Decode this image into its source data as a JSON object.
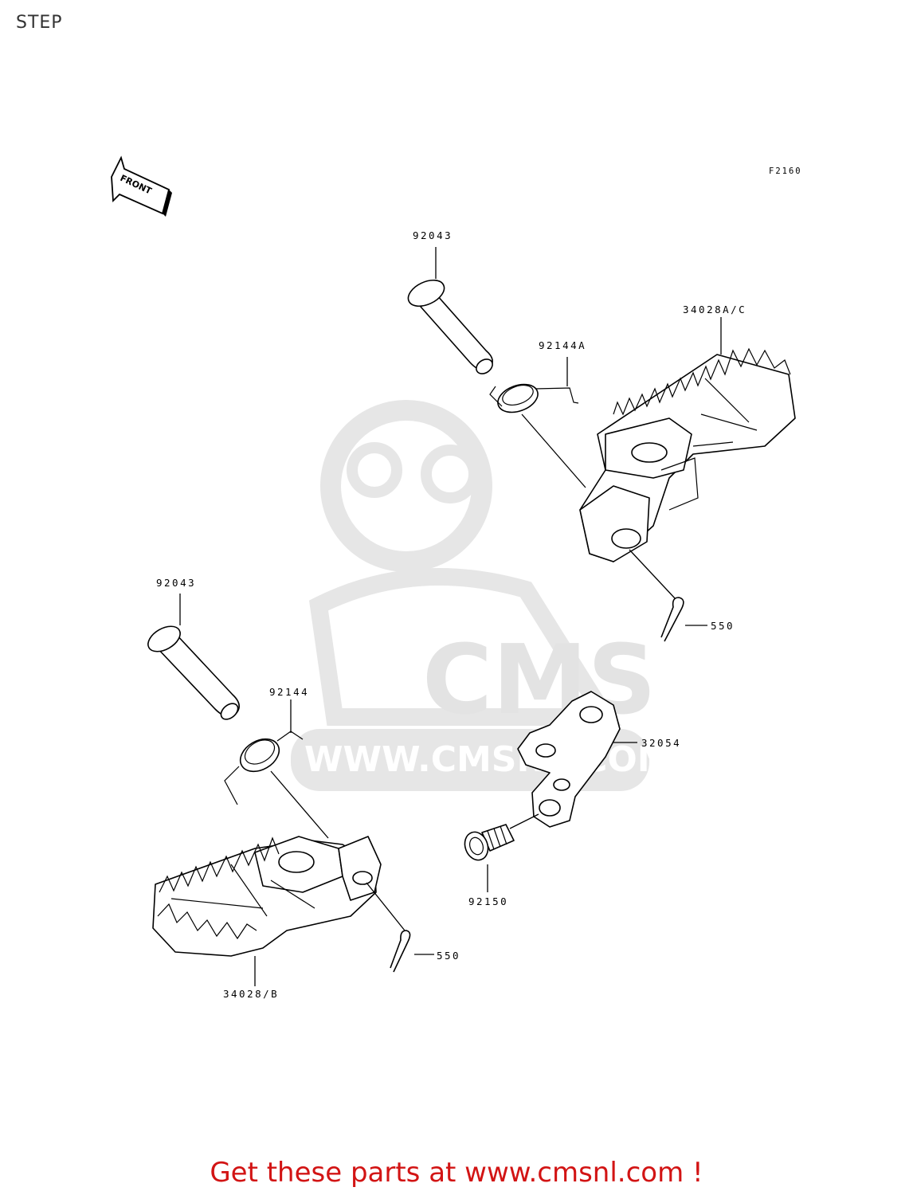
{
  "header": {
    "title": "STEP"
  },
  "diagram": {
    "ref_code": "F2160",
    "front_label": "FRONT",
    "parts": [
      {
        "id": "p1",
        "number": "92043"
      },
      {
        "id": "p2",
        "number": "34028A/C"
      },
      {
        "id": "p3",
        "number": "92144A"
      },
      {
        "id": "p4",
        "number": "550"
      },
      {
        "id": "p5",
        "number": "92043"
      },
      {
        "id": "p6",
        "number": "92144"
      },
      {
        "id": "p7",
        "number": "32054"
      },
      {
        "id": "p8",
        "number": "92150"
      },
      {
        "id": "p9",
        "number": "550"
      },
      {
        "id": "p10",
        "number": "34028/B"
      }
    ]
  },
  "watermark": {
    "brand": "CMS",
    "url": "WWW.CMSNL.COM"
  },
  "footer": {
    "link_text": "Get these parts at www.cmsnl.com !"
  },
  "colors": {
    "link": "#d21414",
    "watermark": "#e3e3e3"
  }
}
